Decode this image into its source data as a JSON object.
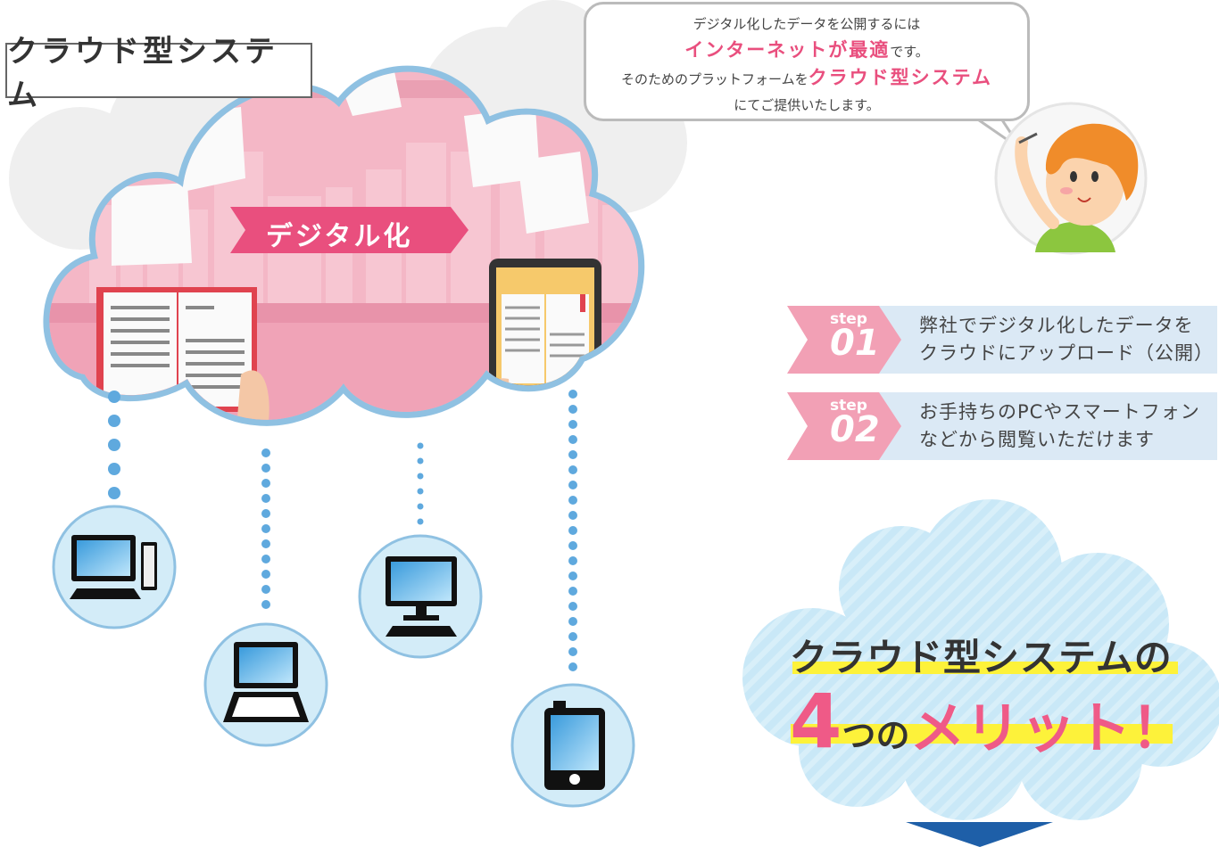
{
  "title": "クラウド型システム",
  "bubble": {
    "line1": "デジタル化したデータを公開するには",
    "line2_em": "インターネットが最適",
    "line2_tail": "です。",
    "line3_head": "そのためのプラットフォームを",
    "line3_em": "クラウド型システム",
    "line4": "にてご提供いたします。"
  },
  "cloud_label": "デジタル化",
  "steps": [
    {
      "word": "step",
      "num": "01",
      "line1": "弊社でデジタル化したデータを",
      "line2": "クラウドにアップロード（公開）"
    },
    {
      "word": "step",
      "num": "02",
      "line1": "お手持ちのPCやスマートフォン",
      "line2": "などから閲覧いただけます"
    }
  ],
  "merit": {
    "line1": "クラウド型システムの",
    "num": "4",
    "small": "つの",
    "big": "メリット！"
  },
  "devices": [
    "desktop-pc-icon",
    "laptop-icon",
    "monitor-icon",
    "smartphone-icon"
  ],
  "colors": {
    "pink": "#e94f7e",
    "sky": "#bfe3f5",
    "navy": "#1e5fa8",
    "cloud_border": "#8fc1e2"
  }
}
